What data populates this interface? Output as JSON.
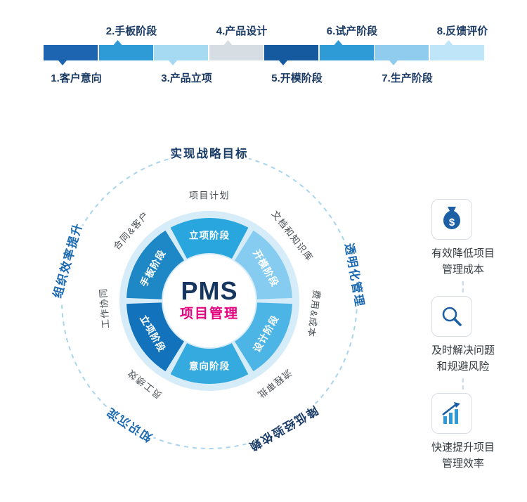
{
  "process": {
    "stages": [
      {
        "label": "1.客户意向",
        "color": "#1d65b0"
      },
      {
        "label": "2.手板阶段",
        "color": "#2e9bd6"
      },
      {
        "label": "3.产品立项",
        "color": "#a6d9f2"
      },
      {
        "label": "4.产品设计",
        "color": "#d7dee3"
      },
      {
        "label": "5.开模阶段",
        "color": "#15599e"
      },
      {
        "label": "6.试产阶段",
        "color": "#2e9bd6"
      },
      {
        "label": "7.生产阶段",
        "color": "#8fccee"
      },
      {
        "label": "8.反馈评价",
        "color": "#bfe5f8"
      }
    ]
  },
  "wheel": {
    "center": {
      "title": "PMS",
      "subtitle": "项目管理",
      "title_color": "#16365f",
      "subtitle_color": "#e5017d"
    },
    "segments": [
      {
        "label": "立项阶段",
        "color": "#2aa6df"
      },
      {
        "label": "开模阶段",
        "color": "#85ccf0"
      },
      {
        "label": "设计阶段",
        "color": "#4db4e6"
      },
      {
        "label": "意向阶段",
        "color": "#35aadf"
      },
      {
        "label": "立项阶段",
        "color": "#1272bb"
      },
      {
        "label": "手板阶段",
        "color": "#1e87c6"
      }
    ],
    "ring_labels": [
      "项目计划",
      "文档和知识库",
      "费用&成本",
      "流程审批",
      "员工绩效",
      "工作协同",
      "合同&客户"
    ],
    "outer_labels": [
      {
        "text": "实现战略目标",
        "color": "#193c69"
      },
      {
        "text": "透明化管理",
        "color": "#1a69b0"
      },
      {
        "text": "降低经验依赖",
        "color": "#193c69"
      },
      {
        "text": "知识沉淀",
        "color": "#1a69b0"
      },
      {
        "text": "组织效率提升",
        "color": "#1a69b0"
      }
    ]
  },
  "benefits": {
    "items": [
      {
        "icon": "money-bag-icon",
        "line1": "有效降低项目",
        "line2": "管理成本"
      },
      {
        "icon": "magnifier-icon",
        "line1": "及时解决问题",
        "line2": "和规避风险"
      },
      {
        "icon": "bar-chart-icon",
        "line1": "快速提升项目",
        "line2": "管理效率"
      }
    ]
  }
}
